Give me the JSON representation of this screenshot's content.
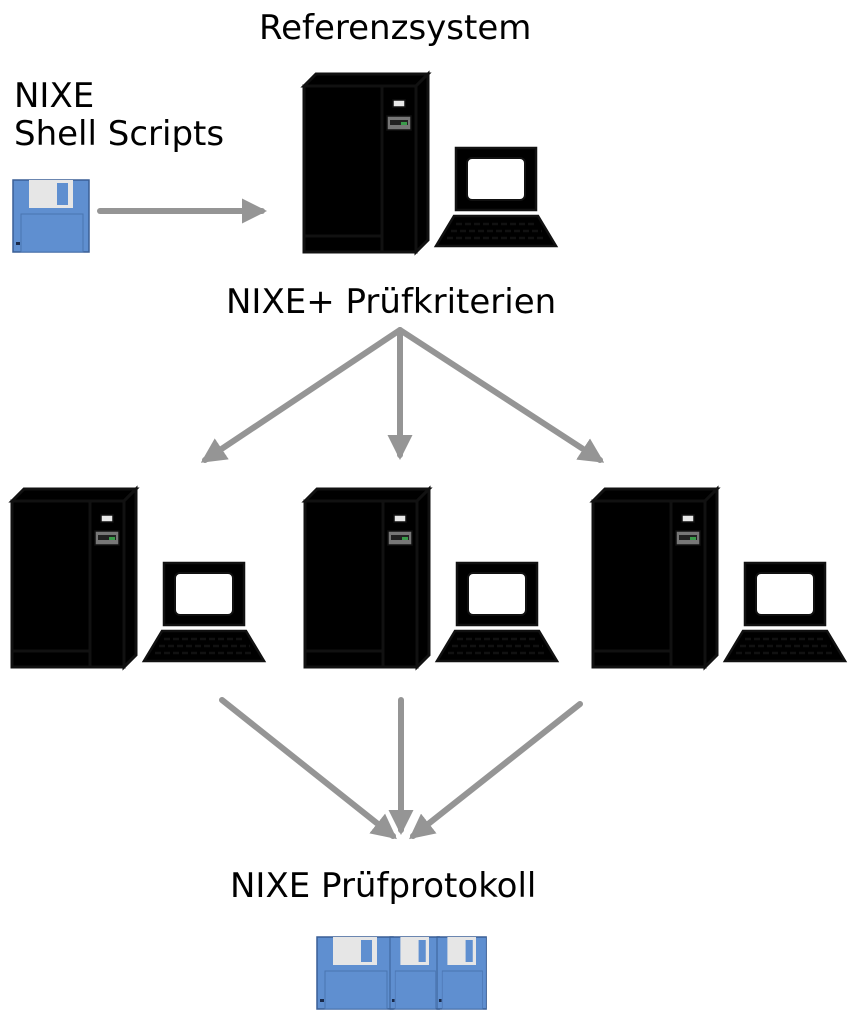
{
  "labels": {
    "reference_system": "Referenzsystem",
    "scripts_line1": "NIXE",
    "scripts_line2": "Shell Scripts",
    "criteria": "NIXE+ Prüfkriterien",
    "protocol": "NIXE Prüfprotokoll"
  },
  "colors": {
    "reference": "#1fa37d",
    "target": "#d8102c",
    "disk": "#5f8fd0",
    "arrow": "#959595"
  },
  "nodes": {
    "reference": {
      "icon": "server-workstation-icon",
      "role": "reference"
    },
    "targets": [
      {
        "icon": "server-workstation-icon",
        "role": "target-1"
      },
      {
        "icon": "server-workstation-icon",
        "role": "target-2"
      },
      {
        "icon": "server-workstation-icon",
        "role": "target-3"
      }
    ],
    "scripts_disk": {
      "icon": "floppy-disk-icon"
    },
    "protocol_disks": {
      "icon": "floppy-disk-stack-icon",
      "count": 3
    }
  }
}
